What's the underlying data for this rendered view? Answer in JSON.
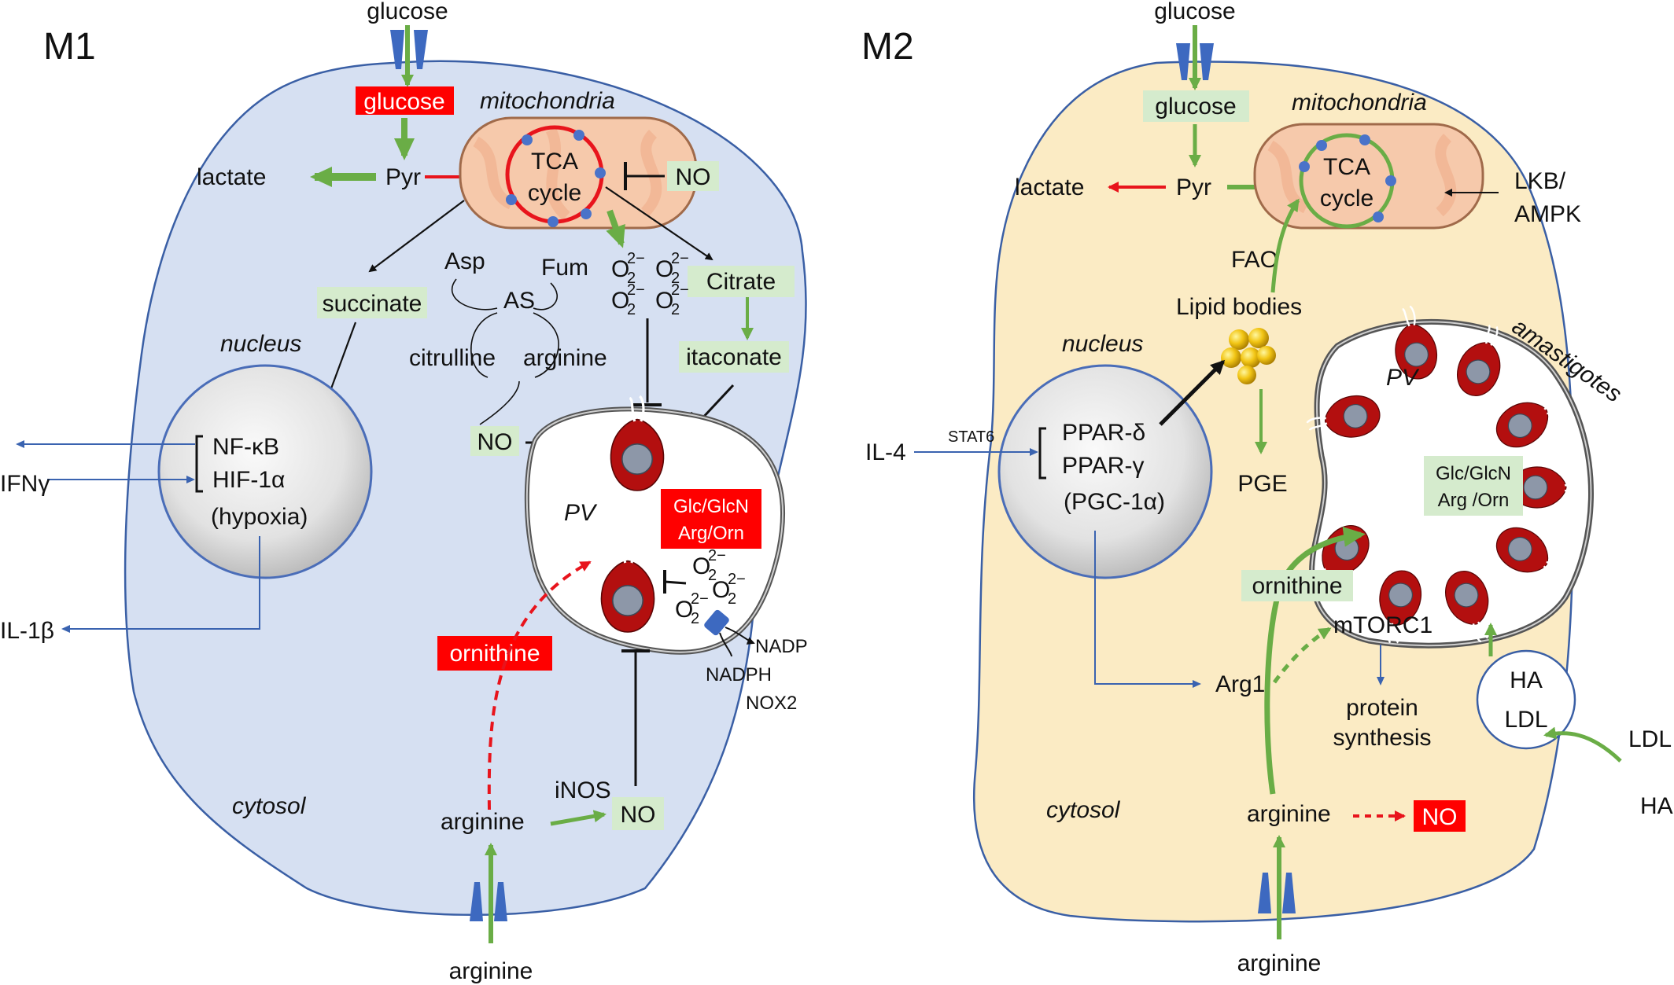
{
  "panels": {
    "m1": {
      "title": "M1",
      "glucose_outside": "glucose",
      "glucose_inside": "glucose",
      "mitochondria": "mitochondria",
      "tca": [
        "TCA",
        "cycle"
      ],
      "lactate": "lactate",
      "pyr": "Pyr",
      "no_top": "NO",
      "asp": "Asp",
      "fum": "Fum",
      "as": "AS",
      "citrulline": "citrulline",
      "arginine_mid": "arginine",
      "succinate": "succinate",
      "citrate": "Citrate",
      "itaconate": "itaconate",
      "nucleus": "nucleus",
      "nfkb": "NF-κB",
      "hif": "HIF-1α",
      "hypoxia": "(hypoxia)",
      "ifn": "IFNγ",
      "il1b": "IL-1β",
      "no_mid": "NO",
      "pv": "PV",
      "glc_box": [
        "Glc/GlcN",
        "Arg/Orn"
      ],
      "superoxide": "O",
      "superoxide_sub": "2",
      "superoxide_sup": "2−",
      "nadp": "NADP",
      "nadph": "NADPH",
      "nox2": "NOX2",
      "ornithine": "ornithine",
      "inos": "iNOS",
      "arginine_low": "arginine",
      "no_low": "NO",
      "cytosol": "cytosol",
      "arginine_outside": "arginine"
    },
    "m2": {
      "title": "M2",
      "glucose_outside": "glucose",
      "glucose_inside": "glucose",
      "mitochondria": "mitochondria",
      "tca": [
        "TCA",
        "cycle"
      ],
      "lactate": "lactate",
      "pyr": "Pyr",
      "lkb": [
        "LKB/",
        "AMPK"
      ],
      "fao": "FAO",
      "lipid": "Lipid bodies",
      "nucleus": "nucleus",
      "il4": "IL-4",
      "stat6": "STAT6",
      "ppard": "PPAR-δ",
      "pparg": "PPAR-γ",
      "pgc": "(PGC-1α)",
      "pge": "PGE",
      "amastigotes": "amastigotes",
      "pv": "PV",
      "glc_box": [
        "Glc/GlcN",
        "Arg /Orn"
      ],
      "ornithine": "ornithine",
      "mtorc": "mTORC1",
      "arg1": "Arg1",
      "protein": [
        "protein",
        "synthesis"
      ],
      "ha_in": "HA",
      "ldl_in": "LDL",
      "ldl_out": "LDL",
      "ha_out": "HA",
      "cytosol": "cytosol",
      "arginine_low": "arginine",
      "no_red": "NO",
      "arginine_outside": "arginine"
    }
  },
  "colors": {
    "m1_cell": "#d6e0f2",
    "m2_cell": "#fbebc4",
    "cell_border": "#3a5fa5",
    "green_box": "#d5ebcd",
    "red_box": "#ff0000",
    "green_arrow": "#6aad46",
    "red_arrow": "#e8141c",
    "parasite": "#b30f0f",
    "mito_fill": "#f6c9ab",
    "blue_arrow": "#3a63b0"
  }
}
